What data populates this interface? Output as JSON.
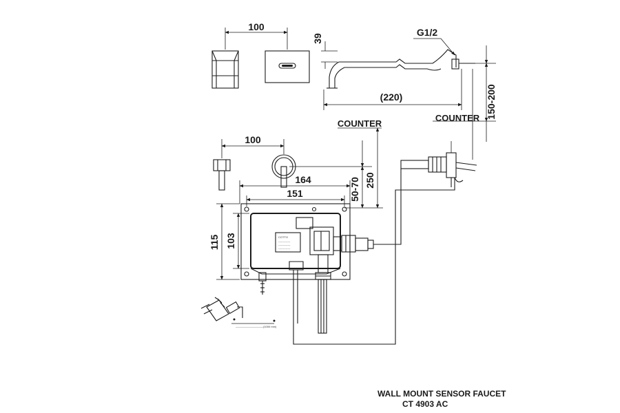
{
  "dimensions": {
    "top_width": "100",
    "spout_height": "39",
    "thread": "G1/2",
    "spout_reach": "(220)",
    "spout_mount_height": "150-200",
    "counter_left": "COUNTER",
    "counter_right": "COUNTER",
    "valve_width": "100",
    "box_outer_width": "164",
    "box_inner_width": "151",
    "box_offset": "50-70",
    "box_to_counter": "250",
    "box_outer_height": "115",
    "box_inner_height": "103"
  },
  "title": {
    "line1": "WALL MOUNT SENSOR FAUCET",
    "line2": "CT 4903 AC"
  },
  "colors": {
    "line": "#1a1a1a",
    "background": "#ffffff"
  }
}
